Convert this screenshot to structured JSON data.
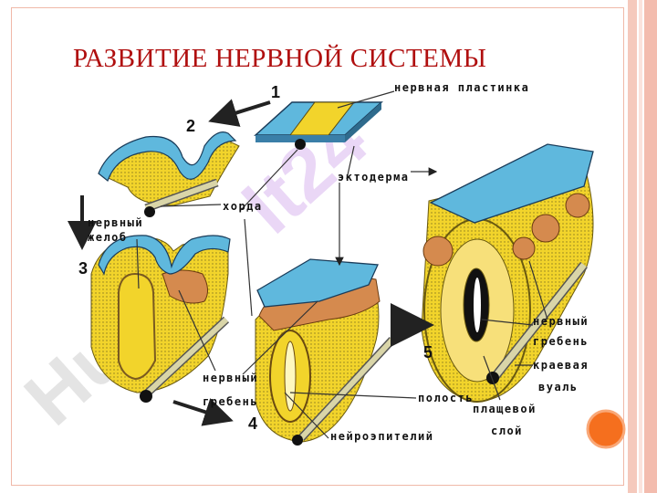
{
  "slide": {
    "title": "РАЗВИТИЕ НЕРВНОЙ СИСТЕМЫ"
  },
  "diagram": {
    "stage_numbers": [
      "1",
      "2",
      "3",
      "4",
      "5"
    ],
    "labels": {
      "neural_plate": "нервная пластинка",
      "ectoderm": "эктодерма",
      "notochord": "хорда",
      "neural_groove_line1": "нервный",
      "neural_groove_line2": "желоб",
      "neural_crest_1_line1": "нервный",
      "neural_crest_1_line2": "гребень",
      "cavity": "полость",
      "neuroepithelium": "нейроэпителий",
      "mantle_layer_line1": "плащевой",
      "mantle_layer_line2": "слой",
      "neural_crest_2_line1": "нервный",
      "neural_crest_2_line2": "гребень",
      "marginal_veil_line1": "краевая",
      "marginal_veil_line2": "вуаль"
    },
    "watermark": {
      "text_gray": "Hun",
      "text_purple": "lt24"
    },
    "colors": {
      "title": "#b00f0f",
      "ectoderm": "#5fb8dd",
      "mesoderm": "#f2d42b",
      "crest": "#d58a4e",
      "accent_circle": "#f56f1e"
    }
  }
}
